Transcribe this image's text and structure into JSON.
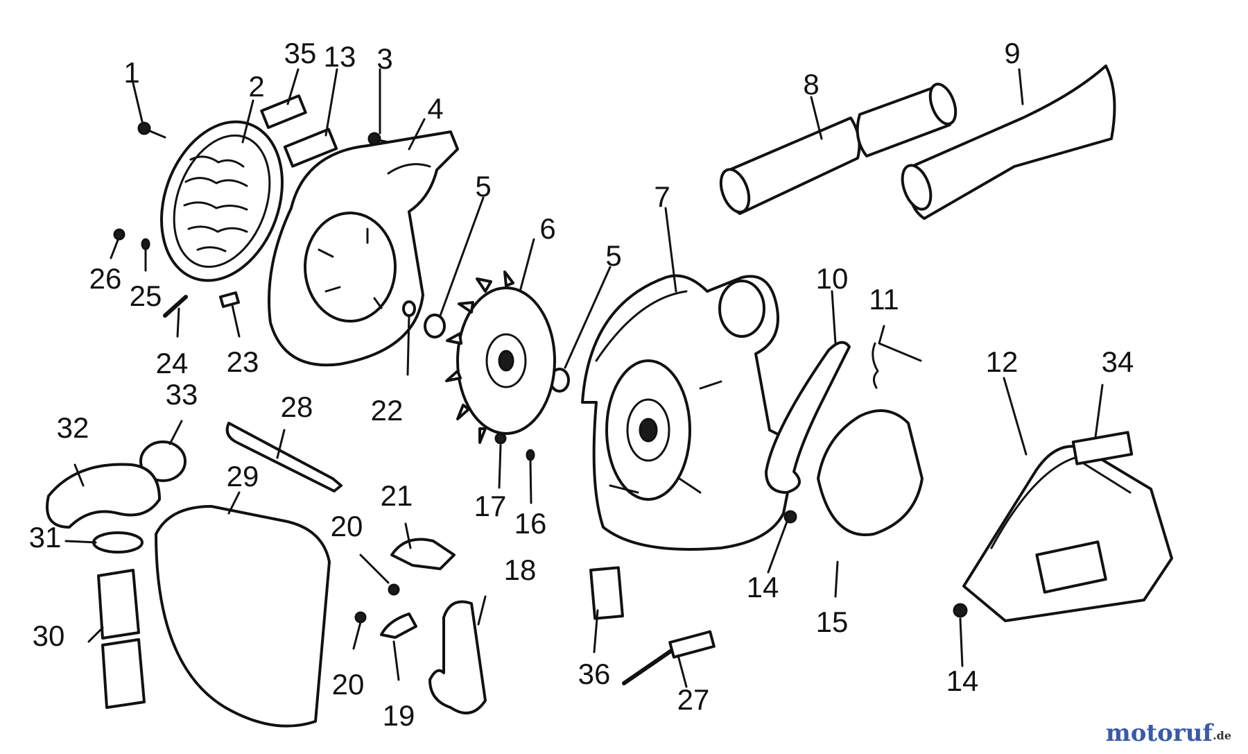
{
  "diagram": {
    "callouts": {
      "c1": "1",
      "c2": "2",
      "c3": "3",
      "c4": "4",
      "c5a": "5",
      "c5b": "5",
      "c6": "6",
      "c7": "7",
      "c8": "8",
      "c9": "9",
      "c10": "10",
      "c11": "11",
      "c12": "12",
      "c13": "13",
      "c14a": "14",
      "c14b": "14",
      "c15": "15",
      "c16": "16",
      "c17": "17",
      "c18": "18",
      "c19": "19",
      "c20a": "20",
      "c20b": "20",
      "c21": "21",
      "c22": "22",
      "c23": "23",
      "c24": "24",
      "c25": "25",
      "c26": "26",
      "c27": "27",
      "c28": "28",
      "c29": "29",
      "c30": "30",
      "c31": "31",
      "c32": "32",
      "c33": "33",
      "c34": "34",
      "c35": "35",
      "c36": "36"
    }
  },
  "watermark": {
    "main": "motoruf",
    "tld": ".de"
  }
}
